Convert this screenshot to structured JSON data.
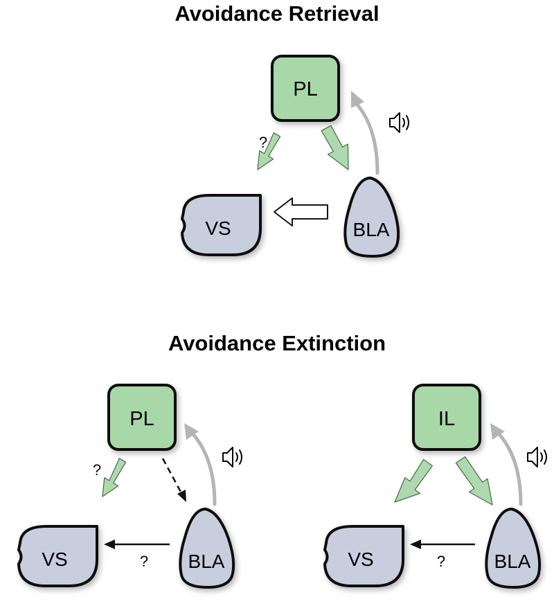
{
  "titles": {
    "retrieval": "Avoidance Retrieval",
    "extinction": "Avoidance Extinction"
  },
  "regions": {
    "pl": "PL",
    "il": "IL",
    "vs": "VS",
    "bla": "BLA"
  },
  "annotations": {
    "question": "?"
  },
  "icons": {
    "tone": "speaker-icon"
  },
  "colors": {
    "prefrontal_fill": "#a8d8a8",
    "subcortical_fill": "#c8cede",
    "tone_arrow": "#b4b4b4",
    "projection_arrow": "#b0d8b0"
  }
}
